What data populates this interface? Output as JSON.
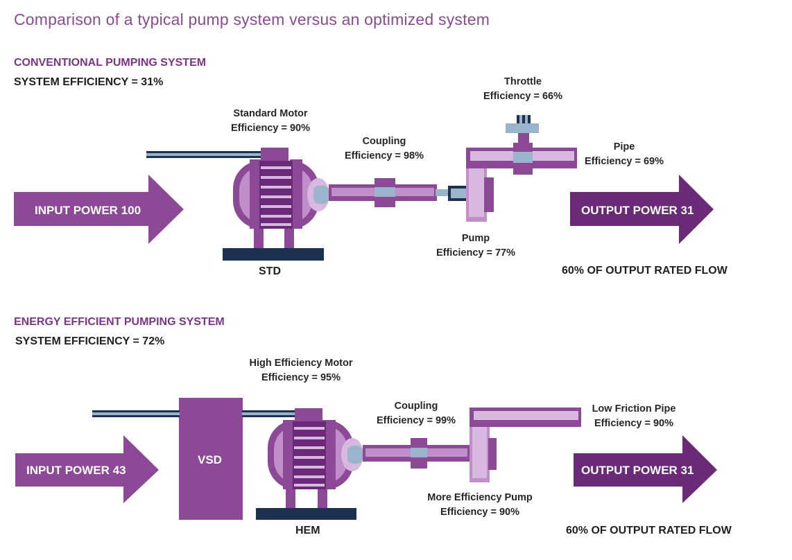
{
  "title": "Comparison of a typical pump system versus an optimized system",
  "colors": {
    "purple": "#8c4a96",
    "dark_purple": "#6b2a78",
    "light_purple": "#c08fc9",
    "pale_purple": "#d8b8de",
    "blue_gray": "#9ab4cc",
    "navy": "#1f3150"
  },
  "conventional": {
    "heading": "CONVENTIONAL PUMPING SYSTEM",
    "system_efficiency": "SYSTEM EFFICIENCY = 31%",
    "input": "INPUT POWER 100",
    "output": "OUTPUT POWER 31",
    "motor_name": "Standard Motor",
    "motor_eff": "Efficiency = 90%",
    "motor_base": "STD",
    "coupling_name": "Coupling",
    "coupling_eff": "Efficiency = 98%",
    "throttle_name": "Throttle",
    "throttle_eff": "Efficiency = 66%",
    "pipe_name": "Pipe",
    "pipe_eff": "Efficiency = 69%",
    "pump_name": "Pump",
    "pump_eff": "Efficiency = 77%",
    "flow": "60% OF OUTPUT RATED FLOW"
  },
  "efficient": {
    "heading": "ENERGY EFFICIENT PUMPING SYSTEM",
    "system_efficiency": "SYSTEM EFFICIENCY = 72%",
    "input": "INPUT POWER 43",
    "output": "OUTPUT POWER 31",
    "vsd": "VSD",
    "motor_name": "High Efficiency Motor",
    "motor_eff": "Efficiency = 95%",
    "motor_base": "HEM",
    "coupling_name": "Coupling",
    "coupling_eff": "Efficiency = 99%",
    "pipe_name": "Low Friction Pipe",
    "pipe_eff": "Efficiency = 90%",
    "pump_name": "More Efficiency Pump",
    "pump_eff": "Efficiency = 90%",
    "flow": "60% OF OUTPUT RATED FLOW"
  }
}
